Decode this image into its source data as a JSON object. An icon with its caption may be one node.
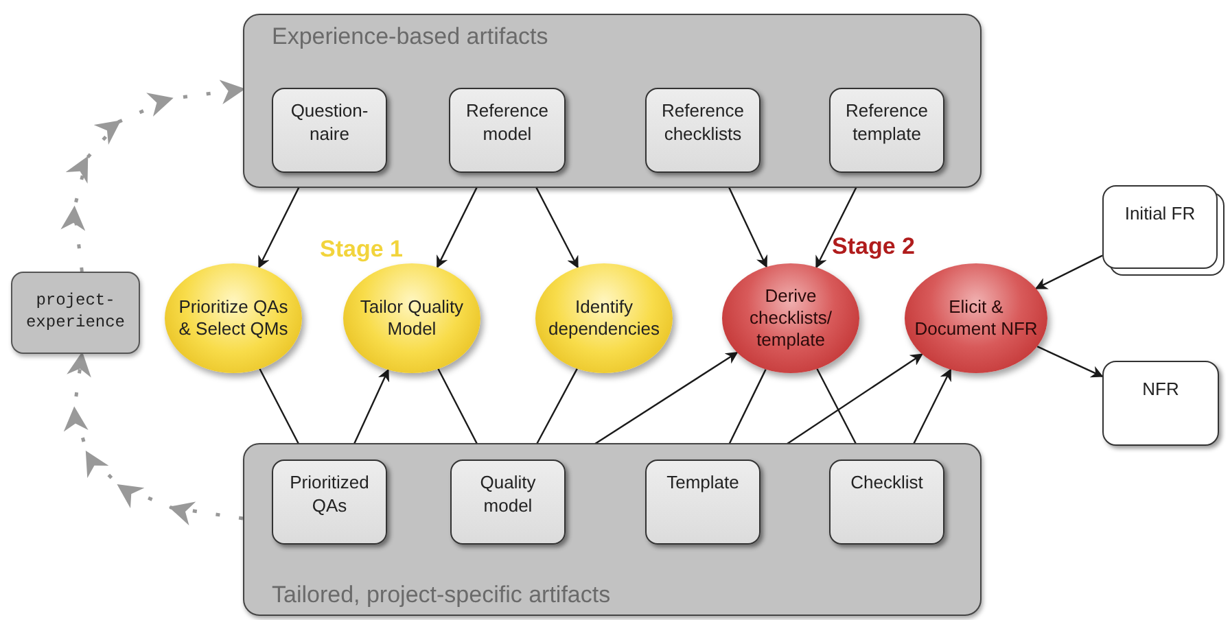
{
  "diagram": {
    "nodes": [
      {
        "text": [
          "Experience-based artifacts"
        ]
      },
      {
        "text": [
          "Question- naire"
        ],
        "in": 0
      },
      {
        "text": [
          "Reference model"
        ],
        "in": 0
      },
      {
        "text": [
          "Reference checklists"
        ],
        "in": 0
      },
      {
        "text": [
          "Reference template"
        ],
        "in": 0
      },
      {
        "text": [
          "Prioritize QAs & Select QMs"
        ]
      },
      {
        "text": [
          "Tailor Quality Model"
        ]
      },
      {
        "text": [
          "Identify dependencies"
        ]
      },
      {
        "text": [
          "Derive checklists/ template"
        ]
      },
      {
        "text": [
          "Elicit & Document NFR"
        ]
      },
      {
        "text": [
          "Initial FR"
        ]
      },
      {
        "text": [
          "NFR"
        ]
      },
      {
        "text": [
          "Tailored, project-specific artifacts"
        ]
      },
      {
        "text": [
          "Prioritized QAs"
        ],
        "in": 12
      },
      {
        "text": [
          "Quality model"
        ],
        "in": 12
      },
      {
        "text": [
          "Template"
        ],
        "in": 12
      },
      {
        "text": [
          "Checklist"
        ],
        "in": 12
      },
      {
        "text": [
          "project- experience"
        ]
      }
    ],
    "edges": [
      {
        "from": 1,
        "to": 5,
        "arrow": "to"
      },
      {
        "from": 2,
        "to": 6,
        "arrow": "to"
      },
      {
        "from": 2,
        "to": 7,
        "arrow": "to"
      },
      {
        "from": 3,
        "to": 8,
        "arrow": "to"
      },
      {
        "from": 4,
        "to": 8,
        "arrow": "to"
      },
      {
        "from": 10,
        "to": 9,
        "arrow": "to"
      },
      {
        "from": 9,
        "to": 11,
        "arrow": "to"
      },
      {
        "from": 5,
        "to": 13,
        "arrow": "to"
      },
      {
        "from": 13,
        "to": 6,
        "arrow": "to"
      },
      {
        "from": 6,
        "to": 14,
        "arrow": "to"
      },
      {
        "from": 7,
        "to": 14,
        "arrow": "to"
      },
      {
        "from": 14,
        "to": 8,
        "arrow": "to"
      },
      {
        "from": 8,
        "to": 15,
        "arrow": "to"
      },
      {
        "from": 8,
        "to": 16,
        "arrow": "to"
      },
      {
        "from": 15,
        "to": 9,
        "arrow": "to"
      },
      {
        "from": 16,
        "to": 9,
        "arrow": "to"
      },
      {
        "from": 12,
        "to": 17,
        "arrow": "to",
        "style": "dashed",
        "color": "#999999"
      },
      {
        "from": 17,
        "to": 0,
        "arrow": "to",
        "style": "dashed",
        "color": "#999999"
      }
    ],
    "labels": [
      "Stage 1",
      "Stage 2"
    ]
  }
}
